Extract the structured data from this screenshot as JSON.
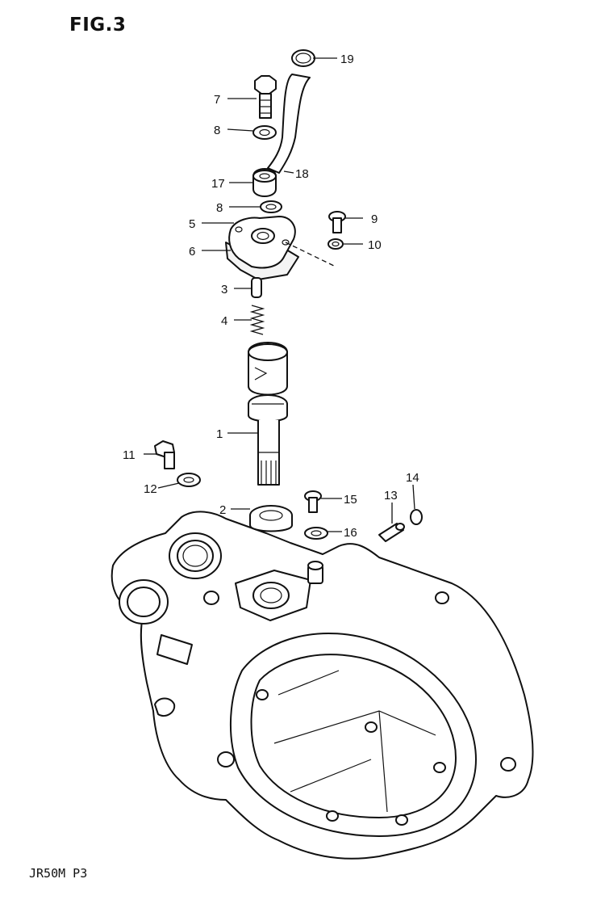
{
  "figure_title": "FIG.3",
  "footer_code": "JR50M P3",
  "callouts": [
    {
      "id": "1",
      "text": "1"
    },
    {
      "id": "2",
      "text": "2"
    },
    {
      "id": "3",
      "text": "3"
    },
    {
      "id": "4",
      "text": "4"
    },
    {
      "id": "5",
      "text": "5"
    },
    {
      "id": "6",
      "text": "6"
    },
    {
      "id": "7",
      "text": "7"
    },
    {
      "id": "8a",
      "text": "8"
    },
    {
      "id": "8b",
      "text": "8"
    },
    {
      "id": "9",
      "text": "9"
    },
    {
      "id": "10",
      "text": "10"
    },
    {
      "id": "11",
      "text": "11"
    },
    {
      "id": "12",
      "text": "12"
    },
    {
      "id": "13",
      "text": "13"
    },
    {
      "id": "14",
      "text": "14"
    },
    {
      "id": "15",
      "text": "15"
    },
    {
      "id": "16",
      "text": "16"
    },
    {
      "id": "17",
      "text": "17"
    },
    {
      "id": "18",
      "text": "18"
    },
    {
      "id": "19",
      "text": "19"
    }
  ]
}
